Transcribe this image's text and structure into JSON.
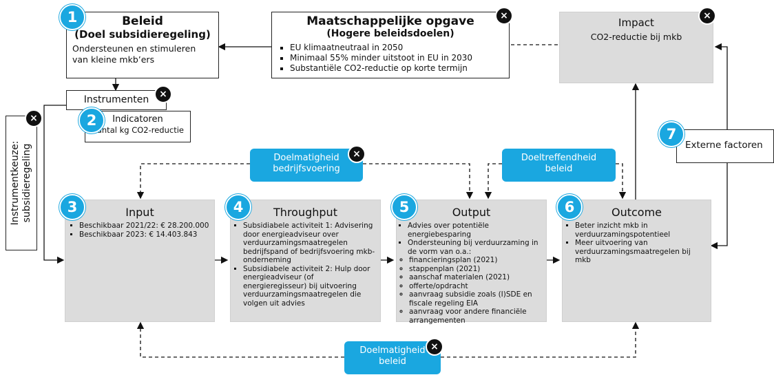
{
  "beleid": {
    "title": "Beleid",
    "subtitle": "(Doel subsidieregeling)",
    "text": "Ondersteunen en stimuleren van kleine mkb’ers"
  },
  "opgave": {
    "title": "Maatschappelijke opgave",
    "subtitle": "(Hogere beleidsdoelen)",
    "items": [
      "EU klimaatneutraal in 2050",
      "Minimaal 55% minder uitstoot in EU in 2030",
      "Substantiële CO2-reductie op korte termijn"
    ]
  },
  "impact": {
    "title": "Impact",
    "text": "CO2-reductie bij mkb"
  },
  "instrumenten": {
    "title": "Instrumenten"
  },
  "indicatoren": {
    "title": "Indicatoren",
    "text": "Aantal kg CO2-reductie"
  },
  "instrumentkeuze": {
    "line1": "Instrumentkeuze:",
    "line2": "subsidieregeling"
  },
  "externe": {
    "title": "Externe factoren"
  },
  "doelmatigheid_bedrijf": {
    "line1": "Doelmatigheid",
    "line2": "bedrijfsvoering"
  },
  "doeltreffendheid": {
    "line1": "Doeltreffendheid",
    "line2": "beleid"
  },
  "doelmatigheid_beleid": {
    "line1": "Doelmatigheid",
    "line2": "beleid"
  },
  "input": {
    "title": "Input",
    "items": [
      "Beschikbaar 2021/22: € 28.200.000",
      "Beschikbaar 2023: € 14.403.843"
    ]
  },
  "throughput": {
    "title": "Throughput",
    "items": [
      "Subsidiabele activiteit 1: Advisering door energieadviseur over verduurzamingsmaatregelen bedrijfspand of bedrijfsvoering mkb-onderneming",
      "Subsidiabele activiteit 2: Hulp door energieadviseur (of energieregisseur) bij uitvoering verduurzamingsmaatregelen die volgen uit advies"
    ]
  },
  "output": {
    "title": "Output",
    "items": [
      "Advies over potentiële energiebesparing",
      "Ondersteuning bij verduurzaming in de vorm van o.a.:"
    ],
    "subitems": [
      "financieringsplan (2021)",
      "stappenplan (2021)",
      "aanschaf materialen (2021)",
      "offerte/opdracht",
      "aanvraag subsidie zoals (I)SDE en fiscale regeling EIA",
      "aanvraag voor andere financiële arrangementen"
    ]
  },
  "outcome": {
    "title": "Outcome",
    "items": [
      "Beter inzicht mkb in verduurzamingspotentieel",
      "Meer uitvoering van verduurzamingsmaatregelen bij mkb"
    ]
  },
  "numbers": [
    "1",
    "2",
    "3",
    "4",
    "5",
    "6",
    "7"
  ],
  "close_glyph": "×"
}
